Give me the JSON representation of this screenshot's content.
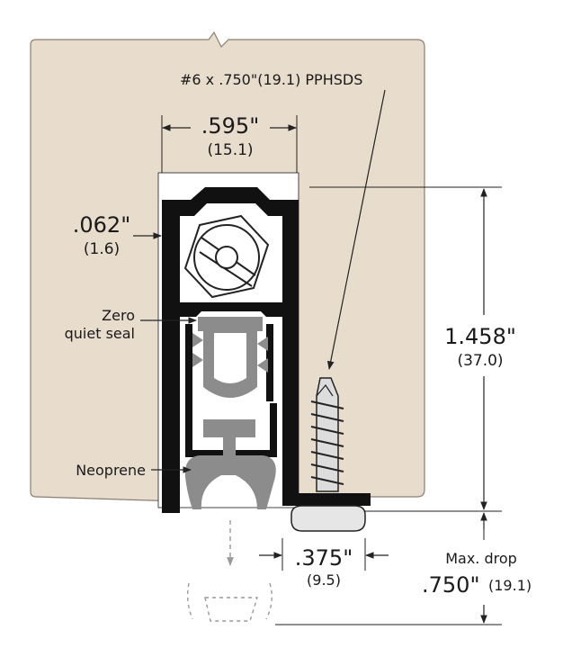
{
  "colors": {
    "door": "#e8dccd",
    "door_outline": "#8a7f72",
    "extrusion": "#111111",
    "housing_fill": "#ffffff",
    "seal": "#8c8c8c",
    "screw": "#cfcfcf",
    "line": "#222222",
    "ghost": "#9a9a9a"
  },
  "labels": {
    "screw": "#6 x .750\"(19.1) PPHSDS",
    "width_in": ".595\"",
    "width_mm": "(15.1)",
    "wall_in": ".062\"",
    "wall_mm": "(1.6)",
    "seal_line1": "Zero",
    "seal_line2": "quiet seal",
    "height_in": "1.458\"",
    "height_mm": "(37.0)",
    "neoprene": "Neoprene",
    "drop_width_in": ".375\"",
    "drop_width_mm": "(9.5)",
    "max_drop_label": "Max. drop",
    "max_drop_in": ".750\"",
    "max_drop_mm": "(19.1)"
  },
  "icons": [
    "hex-nut-icon",
    "screw-icon",
    "dimension-arrow-icon"
  ]
}
